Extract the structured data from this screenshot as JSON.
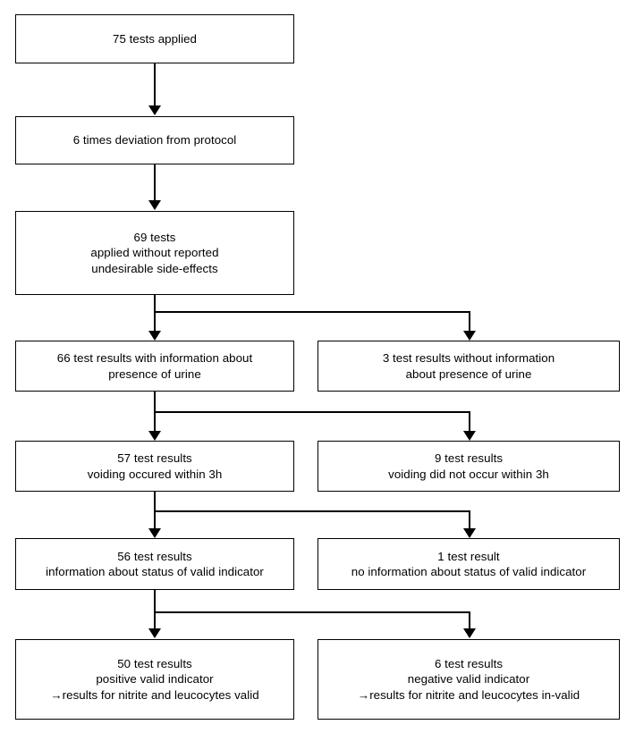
{
  "diagram": {
    "title": "Test results flow diagram",
    "background_color": "#ffffff",
    "line_color": "#000000",
    "text_color": "#000000"
  },
  "nodes": {
    "n1": {
      "text": "75 tests applied"
    },
    "n2": {
      "text": "6 times deviation from protocol"
    },
    "n3": {
      "text": "69 tests\napplied without reported\nundesirable side-effects"
    },
    "n4_left": {
      "text": "66 test results with information about\npresence of urine"
    },
    "n4_right": {
      "text": "3 test results without information\nabout presence of urine"
    },
    "n5_left": {
      "text": "57 test results\nvoiding occured within 3h"
    },
    "n5_right": {
      "text": "9 test results\nvoiding did not occur within 3h"
    },
    "n6_left": {
      "text": "56 test results\ninformation about status of valid indicator"
    },
    "n6_right": {
      "text": "1 test result\nno information about status of valid indicator"
    },
    "n7_left": {
      "text": "50 test results\npositive valid indicator\n→results for nitrite and leucocytes valid"
    },
    "n7_right": {
      "text": "6 test results\nnegative valid indicator\n→results for nitrite and leucocytes in-valid"
    }
  }
}
